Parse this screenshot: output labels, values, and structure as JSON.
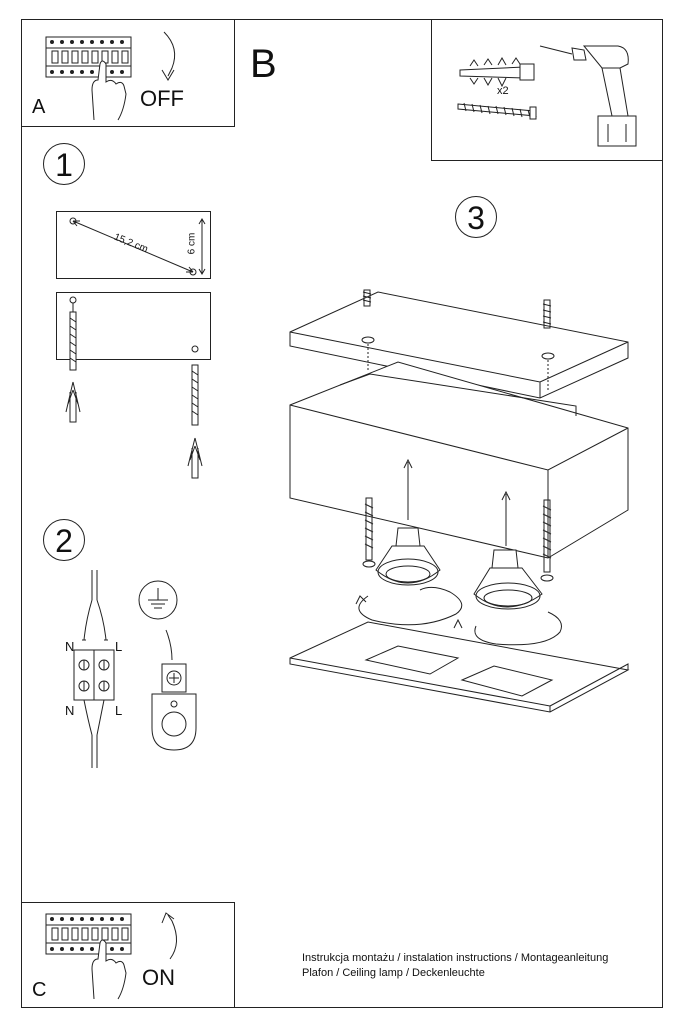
{
  "panels": {
    "a_letter": "A",
    "a_text": "OFF",
    "b_letter": "B",
    "c_letter": "C",
    "c_text": "ON"
  },
  "tools": {
    "quantity": "x2"
  },
  "steps": {
    "step1": "1",
    "step2": "2",
    "step3": "3"
  },
  "measure": {
    "diagonal": "15,2 cm",
    "vertical": "6 cm"
  },
  "wiring": {
    "n_top": "N",
    "l_top": "L",
    "n_bottom": "N",
    "l_bottom": "L"
  },
  "footer": {
    "line1": "Instrukcja montażu / instalation instructions / Montageanleitung",
    "line2": "Plafon / Ceiling lamp / Deckenleuchte"
  },
  "colors": {
    "line": "#222222",
    "background": "#ffffff"
  }
}
